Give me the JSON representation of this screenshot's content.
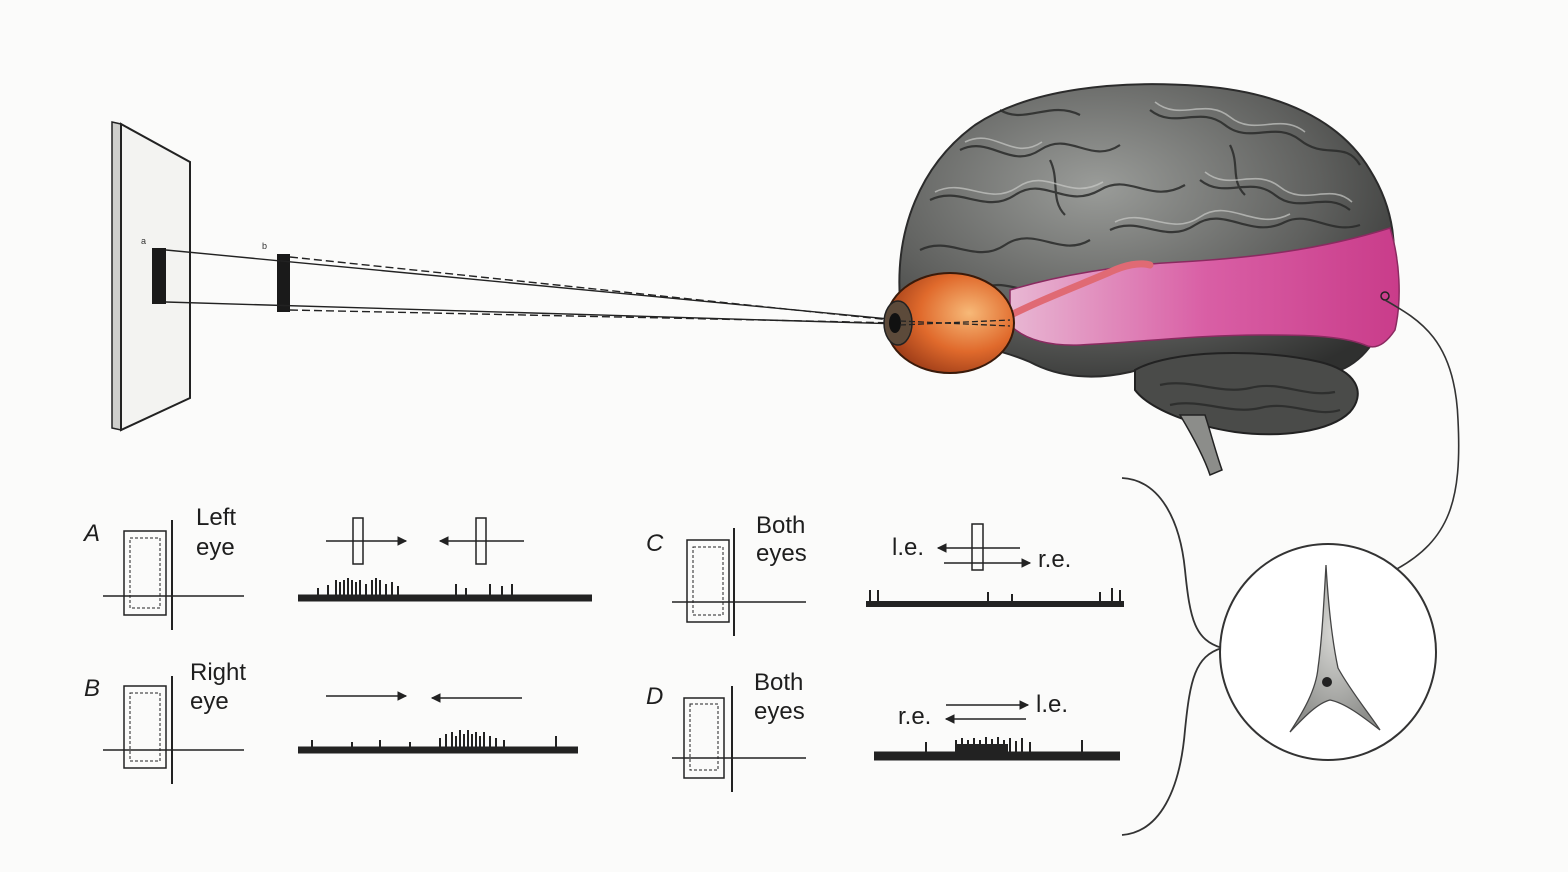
{
  "figure": {
    "stimulus_labels": {
      "a": "a",
      "b": "b"
    },
    "panels": [
      {
        "letter": "A",
        "label_line1": "Left",
        "label_line2": "eye",
        "eye_left": "",
        "eye_right": ""
      },
      {
        "letter": "B",
        "label_line1": "Right",
        "label_line2": "eye",
        "eye_left": "",
        "eye_right": ""
      },
      {
        "letter": "C",
        "label_line1": "Both",
        "label_line2": "eyes",
        "eye_left": "l.e.",
        "eye_right": "r.e."
      },
      {
        "letter": "D",
        "label_line1": "Both",
        "label_line2": "eyes",
        "eye_left": "r.e.",
        "eye_right": "l.e."
      }
    ],
    "colors": {
      "ink": "#1e1e1e",
      "brain": "#5d5e5c",
      "visual_cortex": "#d0539a",
      "optic_nerve": "#e06a74",
      "eye": "#d8602a"
    }
  }
}
